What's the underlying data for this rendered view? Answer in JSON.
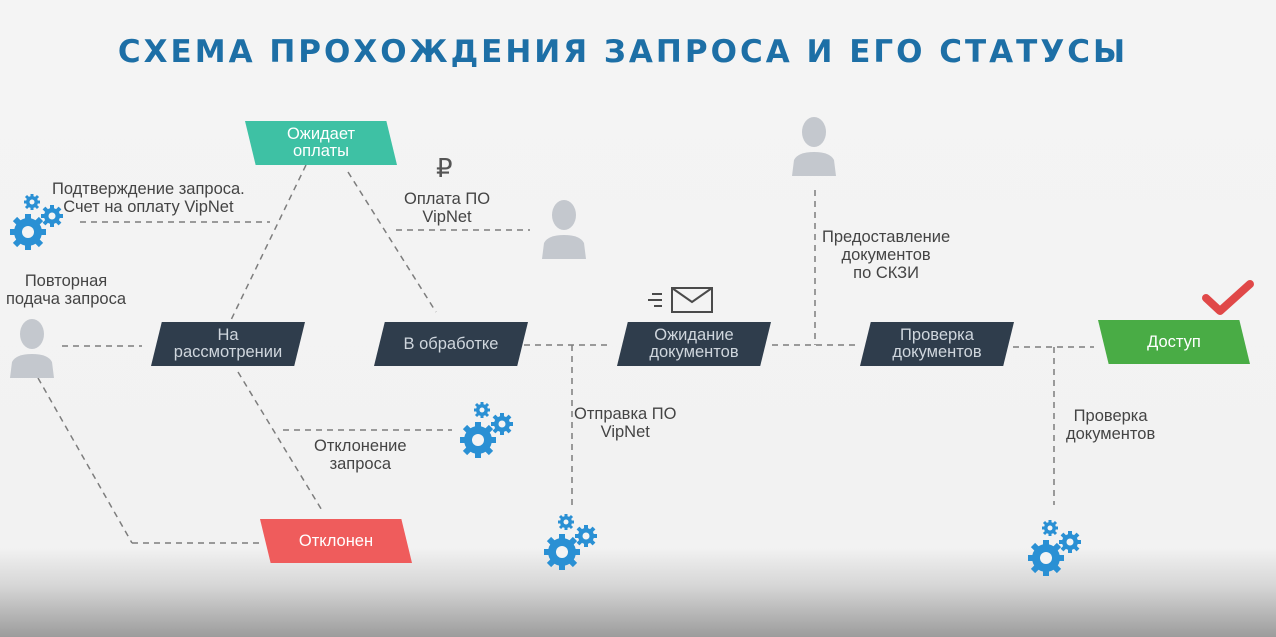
{
  "title": "СХЕМА ПРОХОЖДЕНИЯ ЗАПРОСА И ЕГО СТАТУСЫ",
  "nodes": {
    "waiting_payment": "Ожидает\nоплаты",
    "under_review": "На\nрассмотрении",
    "in_processing": "В обработке",
    "waiting_documents": "Ожидание\nдокументов",
    "checking_documents": "Проверка\nдокументов",
    "access": "Доступ",
    "rejected": "Отклонен"
  },
  "labels": {
    "confirm_request": "Подтверждение запроса.\nСчет на оплату VipNet",
    "payment_po": "Оплата ПО\nVipNet",
    "resubmit": "Повторная\nподача запроса",
    "rejection": "Отклонение\nзапроса",
    "send_po": "Отправка ПО\nVipNet",
    "provide_docs": "Предоставление\nдокументов\nпо СКЗИ",
    "check_docs": "Проверка\nдокументов"
  },
  "colors": {
    "title": "#1d6fa6",
    "node_dark": "#2f3d4c",
    "node_teal": "#3ec1a4",
    "node_red": "#ef5c5c",
    "node_green": "#49ac45",
    "gear": "#2a90d4",
    "person": "#c4c8ce",
    "check": "#e04848"
  },
  "icons": [
    "gear-icon",
    "person-icon",
    "ruble-icon",
    "envelope-icon",
    "checkmark-icon"
  ]
}
